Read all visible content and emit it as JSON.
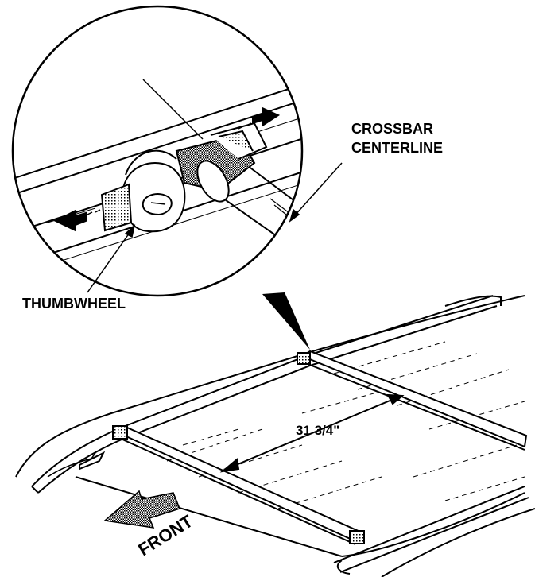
{
  "labels": {
    "crossbar_line1": "CROSSBAR",
    "crossbar_line2": "CENTERLINE",
    "thumbwheel": "THUMBWHEEL",
    "dimension": "31 3/4\"",
    "front": "FRONT"
  },
  "colors": {
    "ink": "#000000",
    "paper": "#ffffff",
    "shading": "#7a7a7a"
  }
}
